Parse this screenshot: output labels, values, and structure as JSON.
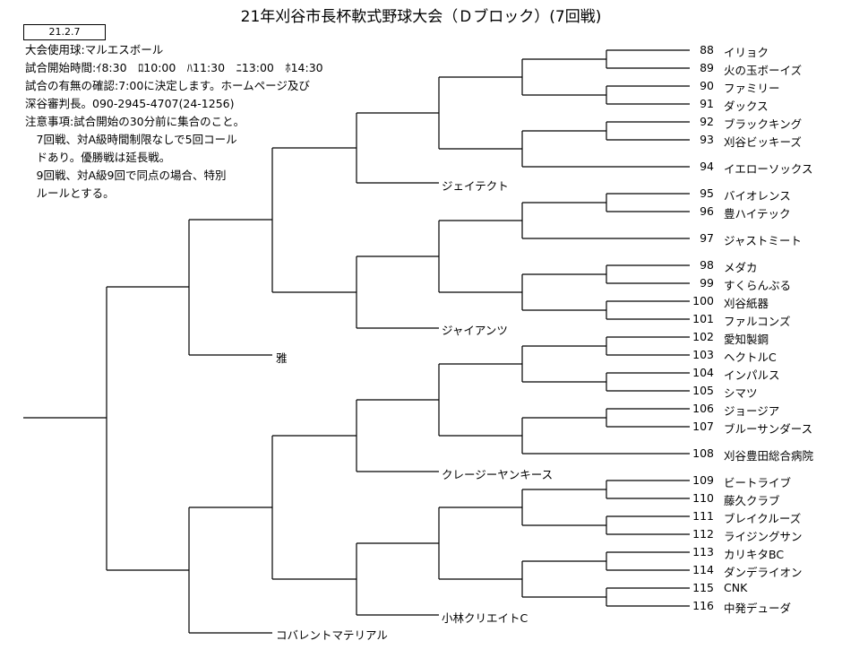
{
  "title": "21年刈谷市長杯軟式野球大会（Ｄブロック）(7回戦)",
  "date": "21.2.7",
  "notes": [
    "大会使用球:マルエスボール",
    "試合開始時間:ｲ8:30　ﾛ10:00　ﾊ11:30　ﾆ13:00　ﾎ14:30",
    "試合の有無の確認:7:00に決定します。ホームページ及び",
    "深谷審判長。090-2945-4707(24-1256)",
    "注意事項:試合開始の30分前に集合のこと。",
    "　7回戦、対A級時間制限なしで5回コール",
    "　ドあり。優勝戦は延長戦。",
    "　9回戦、対A級9回で同点の場合、特別",
    "　ルールとする。"
  ],
  "teams": [
    {
      "num": "88",
      "name": "イリョク"
    },
    {
      "num": "89",
      "name": "火の玉ボーイズ"
    },
    {
      "num": "90",
      "name": "ファミリー"
    },
    {
      "num": "91",
      "name": "ダックス"
    },
    {
      "num": "92",
      "name": "ブラックキング"
    },
    {
      "num": "93",
      "name": "刈谷ビッキーズ"
    },
    {
      "num": "94",
      "name": "イエローソックス"
    },
    {
      "num": "95",
      "name": "バイオレンス"
    },
    {
      "num": "96",
      "name": "豊ハイテック"
    },
    {
      "num": "97",
      "name": "ジャストミート"
    },
    {
      "num": "98",
      "name": "メダカ"
    },
    {
      "num": "99",
      "name": "すくらんぶる"
    },
    {
      "num": "100",
      "name": "刈谷紙器"
    },
    {
      "num": "101",
      "name": "ファルコンズ"
    },
    {
      "num": "102",
      "name": "愛知製鋼"
    },
    {
      "num": "103",
      "name": "ヘクトルC"
    },
    {
      "num": "104",
      "name": "インパルス"
    },
    {
      "num": "105",
      "name": "シマツ"
    },
    {
      "num": "106",
      "name": "ジョージア"
    },
    {
      "num": "107",
      "name": "ブルーサンダース"
    },
    {
      "num": "108",
      "name": "刈谷豊田総合病院"
    },
    {
      "num": "109",
      "name": "ビートライブ"
    },
    {
      "num": "110",
      "name": "藤久クラブ"
    },
    {
      "num": "111",
      "name": "ブレイクルーズ"
    },
    {
      "num": "112",
      "name": "ライジングサン"
    },
    {
      "num": "113",
      "name": "カリキタBC"
    },
    {
      "num": "114",
      "name": "ダンデライオン"
    },
    {
      "num": "115",
      "name": "CNK"
    },
    {
      "num": "116",
      "name": "中発デューダ"
    }
  ],
  "seeds": [
    {
      "name": "ジェイテクト"
    },
    {
      "name": "ジャイアンツ"
    },
    {
      "name": "クレージーヤンキース"
    },
    {
      "name": "小林クリエイトC"
    },
    {
      "name": "雅"
    },
    {
      "name": "コバレントマテリアル"
    }
  ]
}
